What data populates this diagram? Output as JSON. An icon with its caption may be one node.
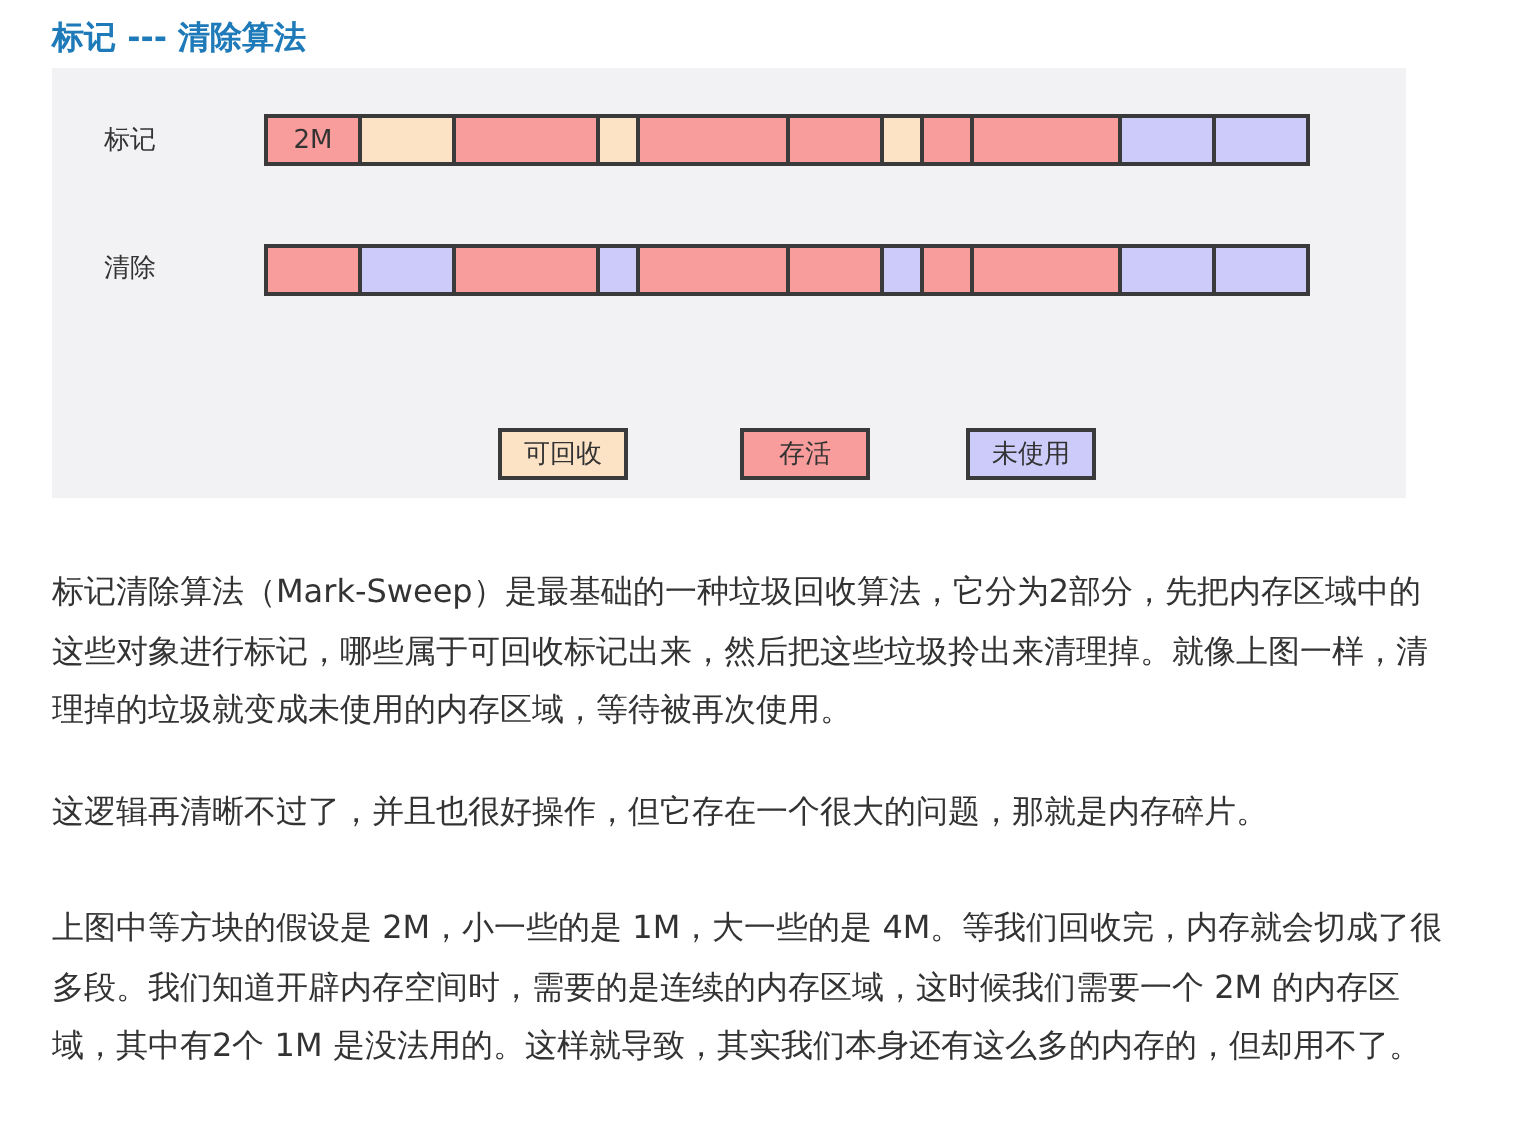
{
  "diagram": {
    "title": "标记 --- 清除算法",
    "nodes": [
      {
        "text": [
          "2M"
        ]
      },
      {
        "text": [],
        "shape": "box"
      },
      {
        "text": [],
        "shape": "box"
      },
      {
        "text": [],
        "shape": "box"
      },
      {
        "text": [],
        "shape": "box"
      },
      {
        "text": [],
        "shape": "box"
      },
      {
        "text": [],
        "shape": "box"
      },
      {
        "text": [],
        "shape": "box"
      },
      {
        "text": [],
        "shape": "box"
      },
      {
        "text": [],
        "shape": "box"
      },
      {
        "text": [],
        "shape": "box"
      },
      {
        "text": [],
        "shape": "box"
      },
      {
        "text": [],
        "shape": "box"
      },
      {
        "text": [],
        "shape": "box"
      },
      {
        "text": [],
        "shape": "box"
      },
      {
        "text": [],
        "shape": "box"
      },
      {
        "text": [],
        "shape": "box"
      },
      {
        "text": [],
        "shape": "box"
      },
      {
        "text": [],
        "shape": "box"
      },
      {
        "text": [],
        "shape": "box"
      },
      {
        "text": [],
        "shape": "box"
      },
      {
        "text": [],
        "shape": "box"
      }
    ],
    "labels": [
      "标记",
      "清除",
      "标记清除算法（Mark-Sweep）是最基础的一种垃圾回收算法，它分为2部分，先把内存区域中的这些对象进行标记，哪些属于可回收标记出来，然后把这些垃圾拎出来清理掉。就像上图一样，清理掉的垃圾就变成未使用的内存区域，等待被再次使用。",
      "这逻辑再清晰不过了，并且也很好操作，但它存在一个很大的问题，那就是内存碎片。",
      "上图中等方块的假设是 2M，小一些的是 1M，大一些的是 4M。等我们回收完，内存就会切成了很多段。我们知道开辟内存空间时，需要的是连续的内存区域，这时候我们需要一个 2M 的内存区域，其中有2个 1M 是没法用的。这样就导致，其实我们本身还有这么多的内存的，但却用不了。"
    ],
    "legend": [
      {
        "text": "可回收",
        "color": "#fde3c6"
      },
      {
        "text": "存活",
        "color": "#f99c9c"
      },
      {
        "text": "未使用",
        "color": "#cccbfa"
      }
    ]
  }
}
